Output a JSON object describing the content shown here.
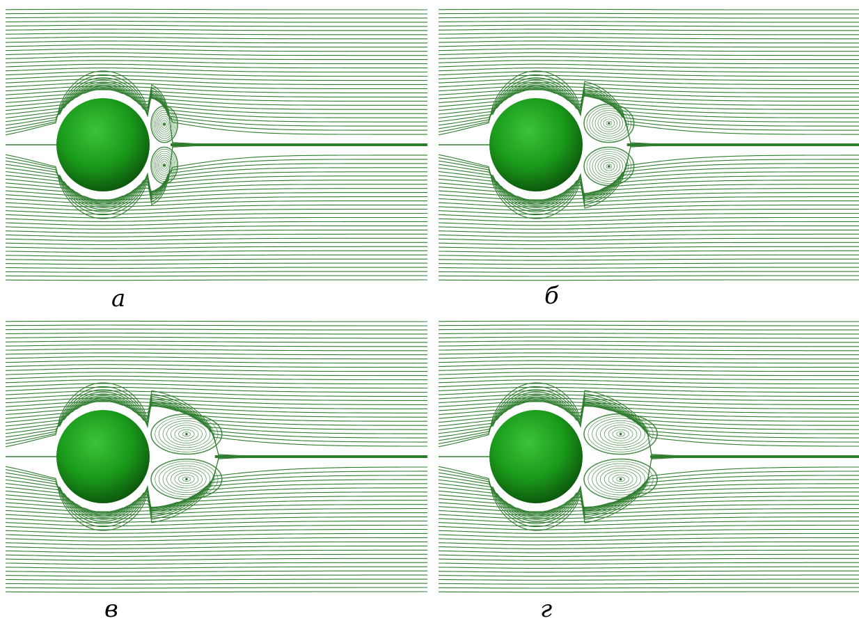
{
  "figure": {
    "line_color": "#2e7d2e",
    "sphere_color": "#1a9a1a",
    "sphere_dark": "#0b4f0b",
    "panels": [
      {
        "id": "a",
        "label": "а",
        "wake_length": 0.45
      },
      {
        "id": "b",
        "label": "б",
        "wake_length": 0.95
      },
      {
        "id": "c",
        "label": "в",
        "wake_length": 1.4
      },
      {
        "id": "d",
        "label": "г",
        "wake_length": 1.45
      }
    ]
  }
}
